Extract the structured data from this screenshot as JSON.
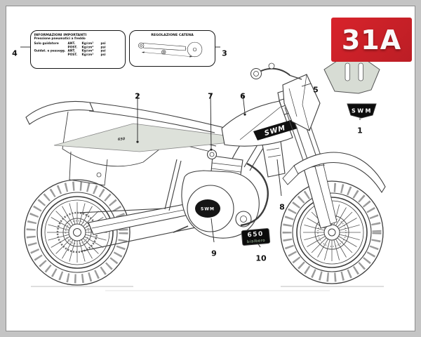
{
  "page": {
    "badge_label": "31A",
    "colors": {
      "badge_red": "#cc2127",
      "page_bg": "#ffffff",
      "frame_bg": "#c4c4c4",
      "line_art": "#3d3d3d",
      "decal_gray": "#dde1da",
      "plate_gray": "#d7dcd4",
      "badge_black": "#0c0c0c"
    }
  },
  "info_box": {
    "title": "INFORMAZIONI IMPORTANTI",
    "subtitle": "Pressione pneumatici a freddo",
    "rows": [
      [
        "Solo guidatore",
        "ANT.",
        "Kg/cm²",
        "psi"
      ],
      [
        "",
        "POST.",
        "Kg/cm²",
        "psi"
      ],
      [
        "Guidat. e passegg.",
        "ANT.",
        "Kg/cm²",
        "psi"
      ],
      [
        "",
        "POST.",
        "Kg/cm²",
        "psi"
      ]
    ]
  },
  "chain_box": {
    "title": "REGOLAZIONE CATENA"
  },
  "decals": {
    "swm_rear": "SWM",
    "swm_tank": "SWM",
    "swm_engine": "SWM",
    "side_panel": "650",
    "engine_650": "650",
    "engine_bialbero": "bialbero"
  },
  "callouts": {
    "c1": "1",
    "c2": "2",
    "c3": "3",
    "c4": "4",
    "c5": "5",
    "c6": "6",
    "c7": "7",
    "c8": "8",
    "c9": "9",
    "c10": "10"
  }
}
